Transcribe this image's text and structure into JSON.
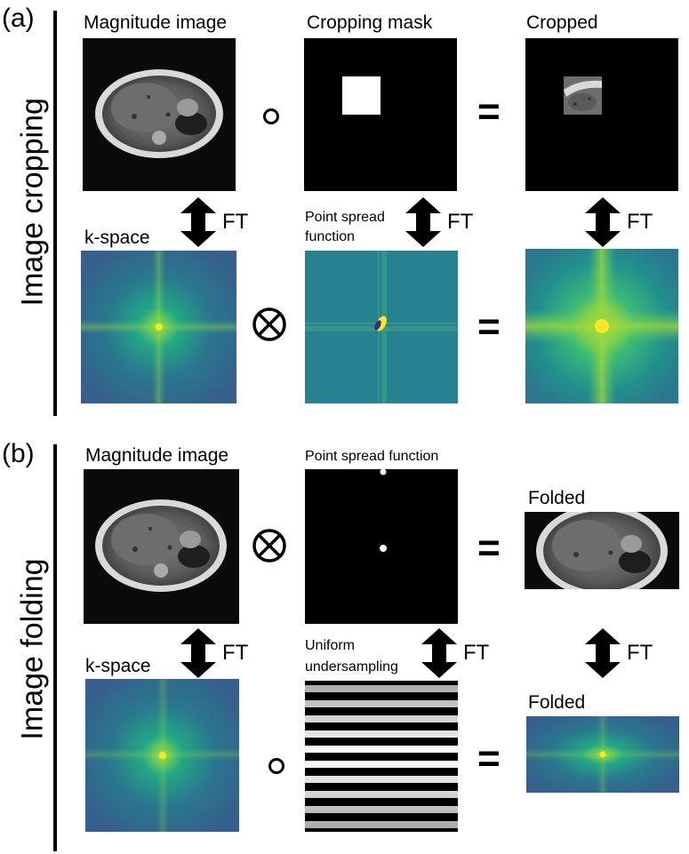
{
  "panel_a": {
    "letter": "(a)",
    "side_label": "Image cropping",
    "magnitude_label": "Magnitude image",
    "mask_label": "Cropping mask",
    "cropped_label": "Cropped",
    "kspace_label": "k-space",
    "psf_label_line1": "Point spread",
    "psf_label_line2": "function",
    "ft_label": "FT"
  },
  "panel_b": {
    "letter": "(b)",
    "side_label": "Image folding",
    "magnitude_label": "Magnitude image",
    "psf_label": "Point spread function",
    "folded_label": "Folded",
    "kspace_label": "k-space",
    "undersampling_line1": "Uniform",
    "undersampling_line2": "undersampling",
    "folded_kspace_label": "Folded",
    "ft_label": "FT"
  },
  "operators": {
    "equals": "="
  },
  "colors": {
    "viridis_low": "#2b4d8c",
    "viridis_mid": "#21918c",
    "viridis_high": "#fde725",
    "black": "#000000",
    "white": "#ffffff"
  }
}
